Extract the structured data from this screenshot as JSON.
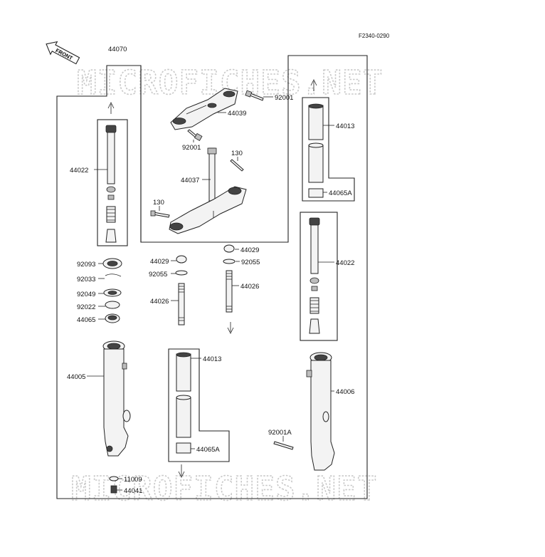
{
  "drawing_code": "F2340-0290",
  "front_label": "FRONT",
  "watermark": "MICROFICHES.NET",
  "labels": {
    "l44070": "44070",
    "l92001_top": "92001",
    "l44039": "44039",
    "l92001_mid": "92001",
    "l130_right": "130",
    "l44037": "44037",
    "l130_left": "130",
    "l44013_top": "44013",
    "l44065A_top": "44065A",
    "l44022_left": "44022",
    "l44022_right": "44022",
    "l92093": "92093",
    "l92033": "92033",
    "l92049": "92049",
    "l92022": "92022",
    "l44065": "44065",
    "l44029_left": "44029",
    "l92055_left": "92055",
    "l44026_left": "44026",
    "l44029_right": "44029",
    "l92055_right": "92055",
    "l44026_right": "44026",
    "l44005": "44005",
    "l44013_bot": "44013",
    "l44065A_bot": "44065A",
    "l44006": "44006",
    "l92001A": "92001A",
    "l11009": "11009",
    "l44041": "44041"
  }
}
